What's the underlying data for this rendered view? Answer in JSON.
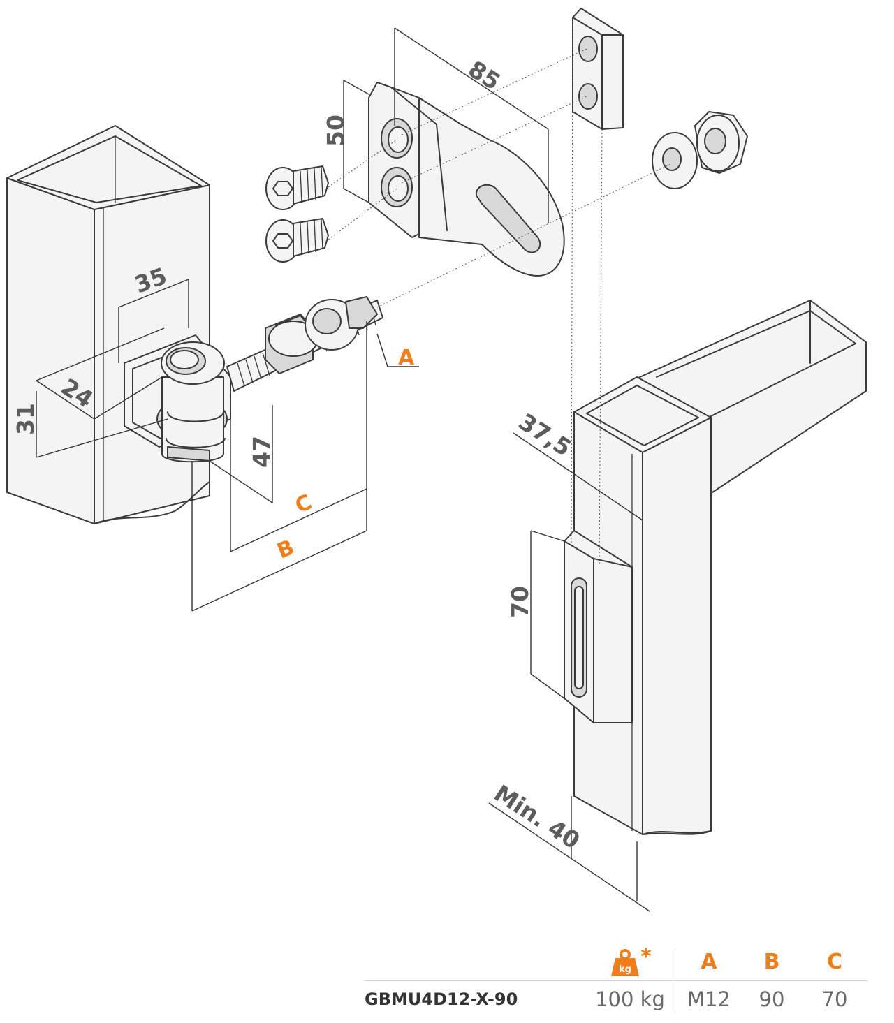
{
  "dimensions": {
    "d85": "85",
    "d50": "50",
    "d35": "35",
    "d24": "24",
    "d31": "31",
    "d47": "47",
    "d37_5": "37,5",
    "d70": "70",
    "dmin40": "Min. 40"
  },
  "dimension_letters": {
    "a": "A",
    "b": "B",
    "c": "C"
  },
  "load_icon": {
    "icon": "weight-kg-icon",
    "glyph": "kg",
    "asterisk": "*",
    "color": "#ee7d1b"
  },
  "spec_table": {
    "headers": [
      "A",
      "B",
      "C"
    ],
    "row": {
      "model": "GBMU4D12-X-90",
      "load": "100 kg",
      "a": "M12",
      "b": "90",
      "c": "70"
    }
  },
  "colors": {
    "accent": "#ee7d1b",
    "text_gray": "#5c5c5c",
    "line": "#3a3a3a"
  }
}
